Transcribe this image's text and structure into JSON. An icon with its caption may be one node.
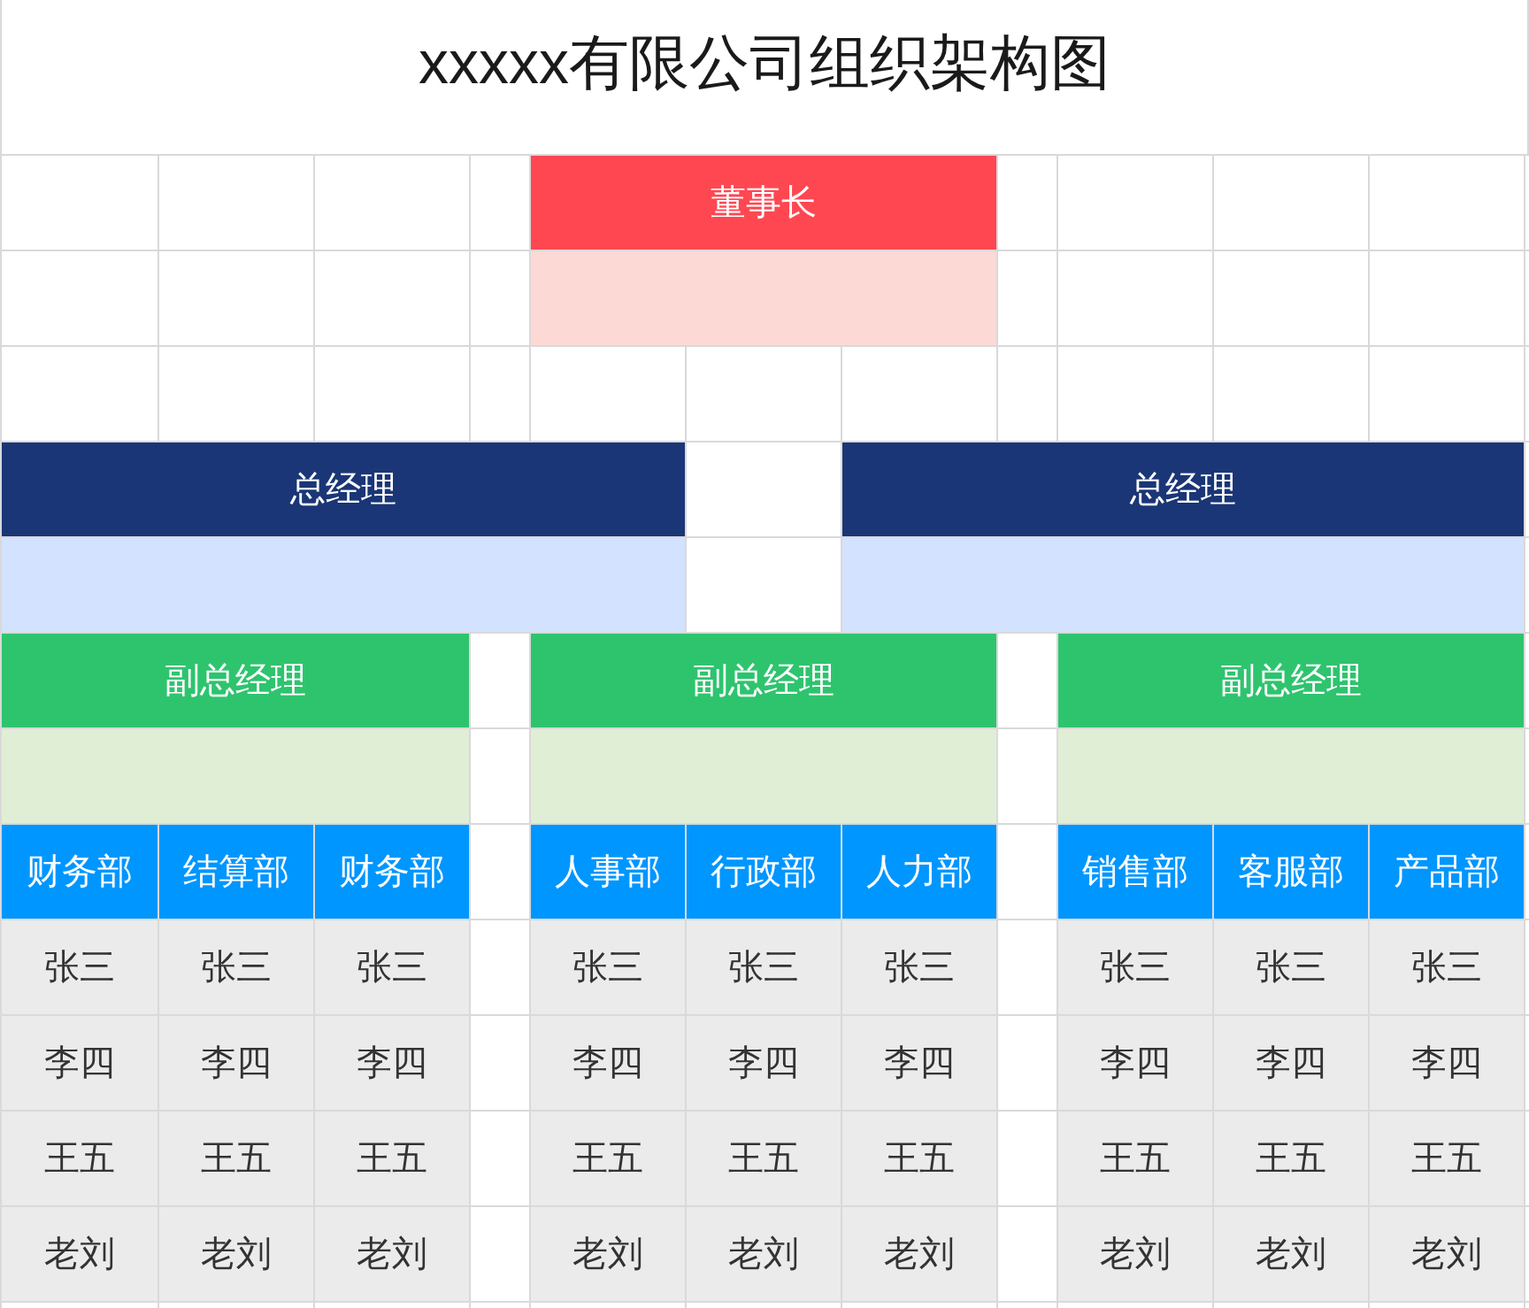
{
  "diagram": {
    "title": "xxxxx有限公司组织架构图",
    "nodes": [
      {
        "text": [
          "董事长"
        ]
      },
      {
        "text": [],
        "shape": "box"
      },
      {
        "text": [
          "总经理"
        ]
      },
      {
        "text": [
          "总经理"
        ]
      },
      {
        "text": [],
        "shape": "box"
      },
      {
        "text": [],
        "shape": "box"
      },
      {
        "text": [
          "副总经理"
        ]
      },
      {
        "text": [
          "副总经理"
        ]
      },
      {
        "text": [
          "副总经理"
        ]
      },
      {
        "text": [],
        "shape": "box"
      },
      {
        "text": [],
        "shape": "box"
      },
      {
        "text": [],
        "shape": "box"
      },
      {
        "text": [
          "财务部"
        ]
      },
      {
        "text": [
          "结算部"
        ]
      },
      {
        "text": [
          "财务部"
        ]
      },
      {
        "text": [
          "人事部"
        ]
      },
      {
        "text": [
          "行政部"
        ]
      },
      {
        "text": [
          "人力部"
        ]
      },
      {
        "text": [
          "销售部"
        ]
      },
      {
        "text": [
          "客服部"
        ]
      },
      {
        "text": [
          "产品部"
        ]
      },
      {
        "text": [
          "张三"
        ]
      },
      {
        "text": [
          "张三"
        ]
      },
      {
        "text": [
          "张三"
        ]
      },
      {
        "text": [
          "张三"
        ]
      },
      {
        "text": [
          "张三"
        ]
      },
      {
        "text": [
          "张三"
        ]
      },
      {
        "text": [
          "张三"
        ]
      },
      {
        "text": [
          "张三"
        ]
      },
      {
        "text": [
          "张三"
        ]
      },
      {
        "text": [
          "李四"
        ]
      },
      {
        "text": [
          "李四"
        ]
      },
      {
        "text": [
          "李四"
        ]
      },
      {
        "text": [
          "李四"
        ]
      },
      {
        "text": [
          "李四"
        ]
      },
      {
        "text": [
          "李四"
        ]
      },
      {
        "text": [
          "李四"
        ]
      },
      {
        "text": [
          "李四"
        ]
      },
      {
        "text": [
          "李四"
        ]
      },
      {
        "text": [
          "王五"
        ]
      },
      {
        "text": [
          "王五"
        ]
      },
      {
        "text": [
          "王五"
        ]
      },
      {
        "text": [
          "王五"
        ]
      },
      {
        "text": [
          "王五"
        ]
      },
      {
        "text": [
          "王五"
        ]
      },
      {
        "text": [
          "王五"
        ]
      },
      {
        "text": [
          "王五"
        ]
      },
      {
        "text": [
          "王五"
        ]
      },
      {
        "text": [
          "老刘"
        ]
      },
      {
        "text": [
          "老刘"
        ]
      },
      {
        "text": [
          "老刘"
        ]
      },
      {
        "text": [
          "老刘"
        ]
      },
      {
        "text": [
          "老刘"
        ]
      },
      {
        "text": [
          "老刘"
        ]
      },
      {
        "text": [
          "老刘"
        ]
      },
      {
        "text": [
          "老刘"
        ]
      },
      {
        "text": [
          "老刘"
        ]
      }
    ]
  }
}
